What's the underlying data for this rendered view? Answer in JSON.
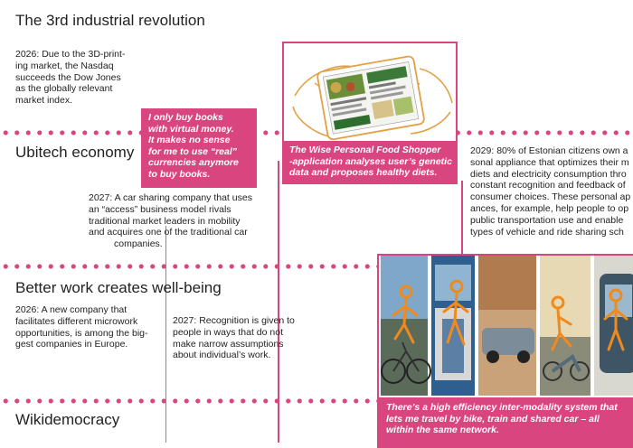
{
  "sections": {
    "industrial": "The 3rd industrial revolution",
    "ubitech": "Ubitech economy",
    "work": "Better work creates well-being",
    "wikidemocracy": "Wikidemocracy"
  },
  "texts": {
    "nasdaq": [
      "2026: Due to the 3D-print-",
      "ing market, the Nasdaq",
      "succeeds the Dow Jones",
      "as the globally relevant",
      "market index."
    ],
    "car_sharing": [
      "2027: A car sharing company that uses",
      "an “access” business model rivals",
      "traditional market leaders in mobility",
      "and acquires one of the traditional car",
      "companies."
    ],
    "estonia": [
      "2029: 80% of Estonian citizens own a",
      "sonal appliance that optimizes their m",
      "diets and electricity consumption thro",
      "constant recognition and feedback of",
      "consumer choices. These personal ap",
      "ances, for example, help people to op",
      "public transportation use and enable",
      "types of vehicle and ride sharing sch"
    ],
    "microwork": [
      "2026: A new company that",
      "facilitates different microwork",
      "opportunities, is among the big-",
      "gest companies in Europe."
    ],
    "recognition": [
      "2027: Recognition is given to",
      "people in ways that do not",
      "make narrow assumptions",
      "about individual’s work."
    ]
  },
  "callouts": {
    "books": [
      "I only buy books",
      "with virtual money.",
      "It makes no sense",
      "for me to use “real”",
      "currencies anymore",
      "to buy books."
    ],
    "food": [
      "The Wise Personal Food Shopper",
      "-application analyses user’s genetic",
      "data and proposes healthy diets."
    ],
    "mobility": [
      "There’s a high efficiency inter-modality system that",
      "lets me travel by bike, train and shared car – all",
      "within the same network."
    ]
  },
  "colors": {
    "accent": "#d9457f",
    "text": "#222222",
    "line_gray": "#8a8a8a"
  }
}
